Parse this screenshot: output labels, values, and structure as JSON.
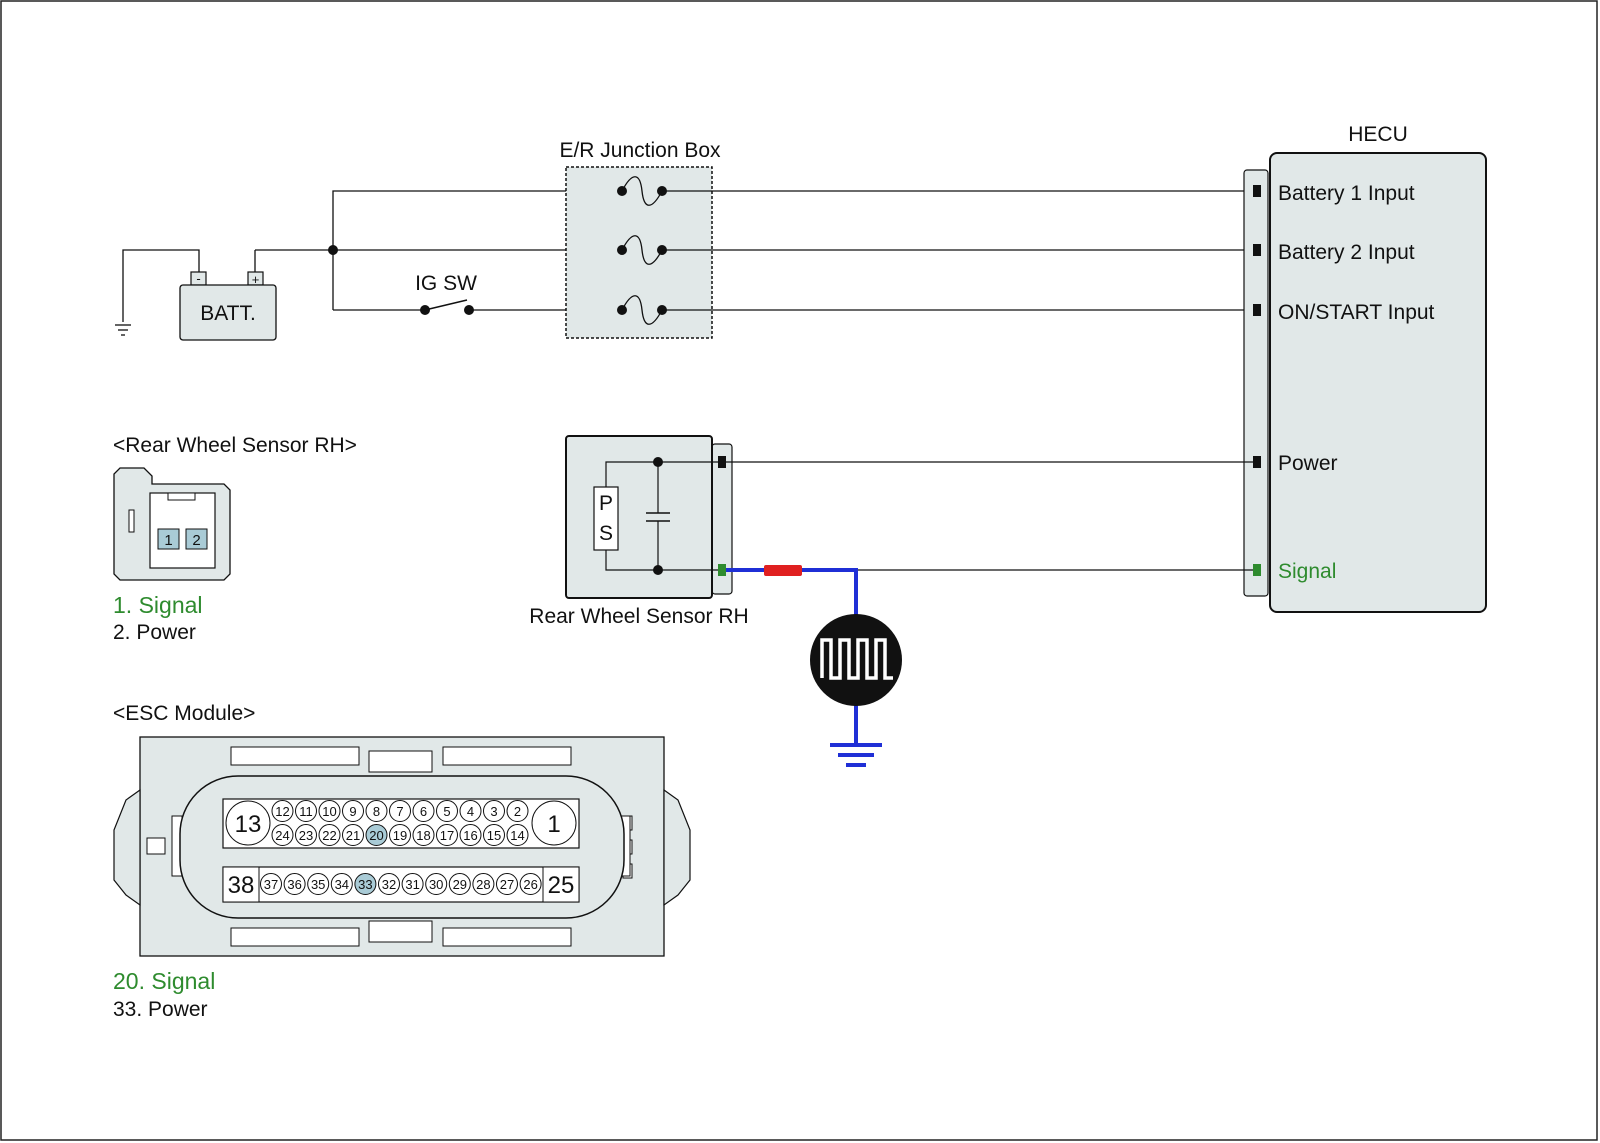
{
  "diagram": {
    "ground_title": "",
    "battery": {
      "label": "BATT.",
      "minus": "-",
      "plus": "+"
    },
    "ig_switch": {
      "label": "IG SW"
    },
    "junction_box": {
      "label": "E/R Junction Box"
    },
    "hecu": {
      "title": "HECU",
      "pins": [
        "Battery 1 Input",
        "Battery 2 Input",
        "ON/START Input",
        "Power",
        "Signal"
      ]
    },
    "sensor": {
      "label": "Rear Wheel Sensor RH",
      "element_top": "P",
      "element_bottom": "S"
    },
    "rear_wheel_connector": {
      "title": "<Rear Wheel Sensor RH>",
      "pins": [
        "1",
        "2"
      ],
      "legend": [
        {
          "text": "1. Signal",
          "color": "#2e8b2e"
        },
        {
          "text": "2. Power",
          "color": "#111111"
        }
      ]
    },
    "esc_connector": {
      "title": "<ESC Module>",
      "row1_large_left": "13",
      "row1_large_right": "1",
      "row1_top": [
        "12",
        "11",
        "10",
        "9",
        "8",
        "7",
        "6",
        "5",
        "4",
        "3",
        "2"
      ],
      "row1_bottom": [
        "24",
        "23",
        "22",
        "21",
        "20",
        "19",
        "18",
        "17",
        "16",
        "15",
        "14"
      ],
      "row2_large_left": "38",
      "row2_large_right": "25",
      "row2": [
        "37",
        "36",
        "35",
        "34",
        "33",
        "32",
        "31",
        "30",
        "29",
        "28",
        "27",
        "26"
      ],
      "highlighted": [
        "20",
        "33"
      ],
      "legend": [
        {
          "text": "20. Signal",
          "color": "#2e8b2e"
        },
        {
          "text": "33. Power",
          "color": "#111111"
        }
      ]
    },
    "colors": {
      "wire": "#111111",
      "signal_wire": "#1f2fd6",
      "probe": "#e02020",
      "signal_text": "#2e8b2e",
      "box_fill": "#e1e8e8",
      "pin_highlight": "#a9cbd6"
    }
  }
}
